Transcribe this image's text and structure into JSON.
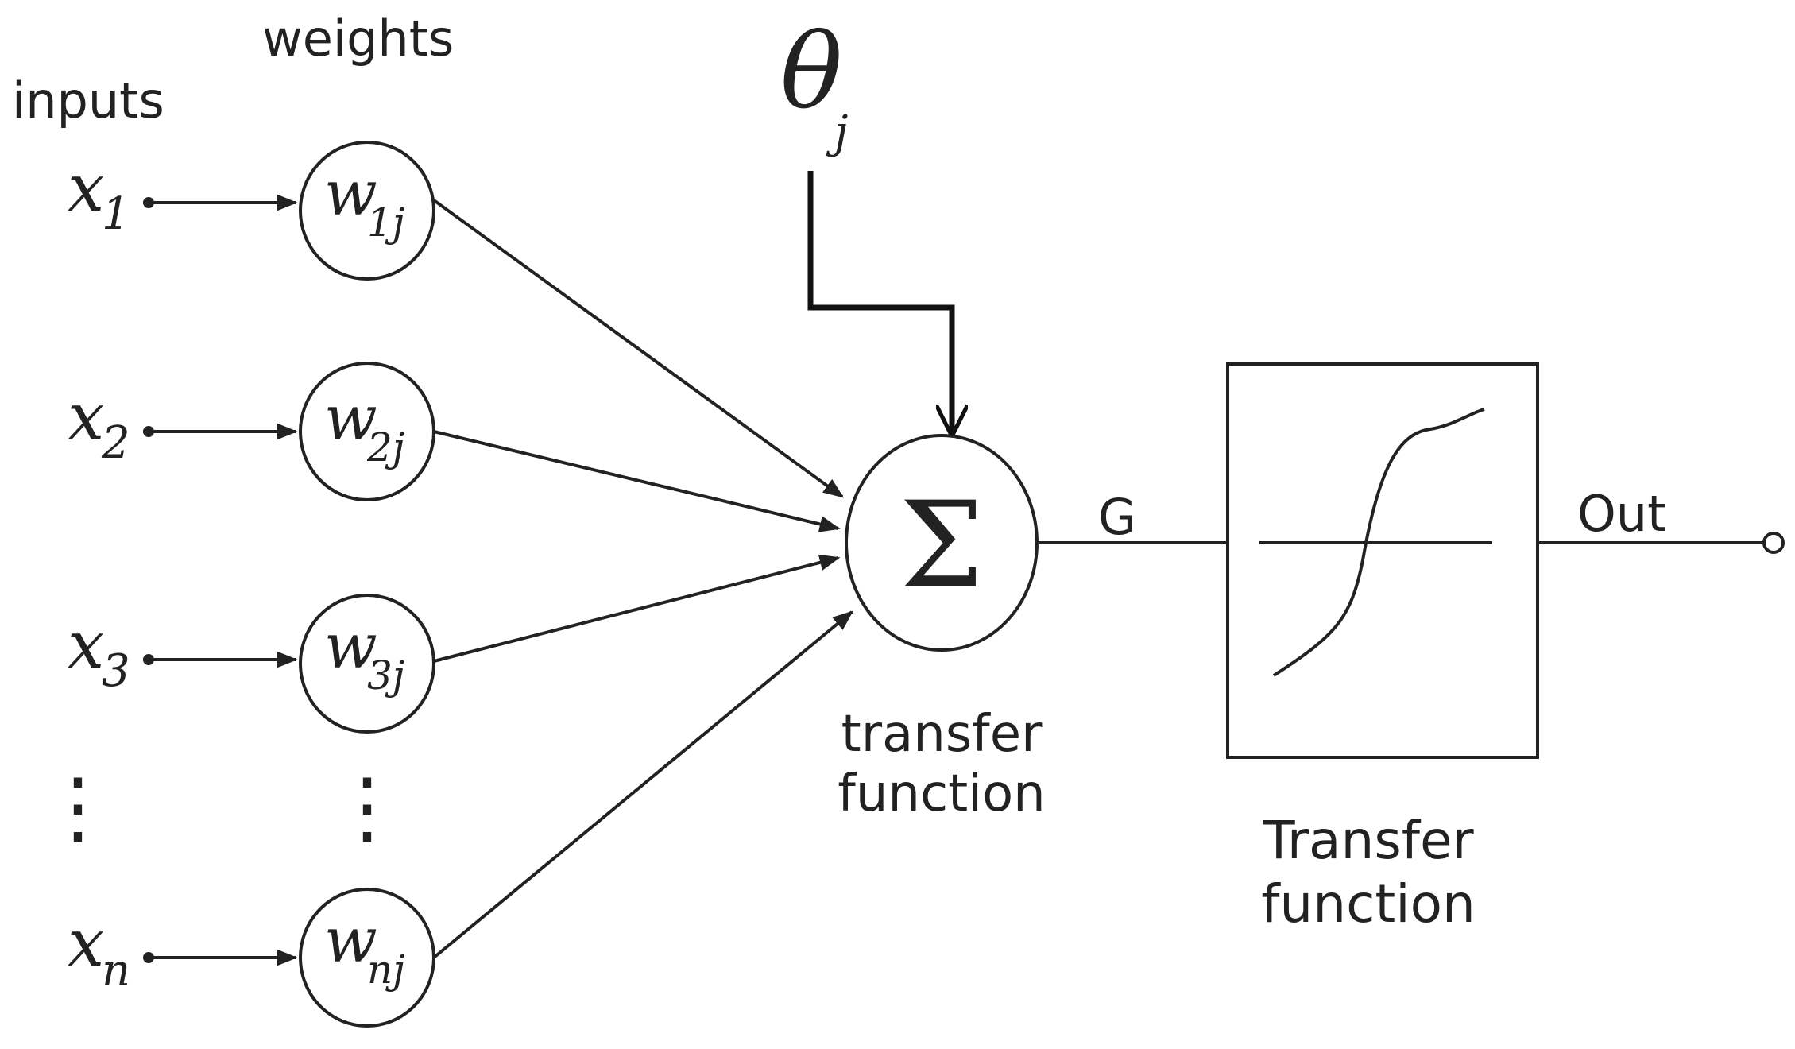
{
  "labels": {
    "inputs": "inputs",
    "weights": "weights",
    "theta": "θ",
    "theta_sub": "j",
    "sigma": "Σ",
    "summation_caption_line1": "transfer",
    "summation_caption_line2": "function",
    "g": "G",
    "out": "Out",
    "box_caption_line1": "Transfer",
    "box_caption_line2": "function"
  },
  "inputs": [
    {
      "var": "x",
      "sub": "1",
      "weight": "w",
      "weight_sub": "1j"
    },
    {
      "var": "x",
      "sub": "2",
      "weight": "w",
      "weight_sub": "2j"
    },
    {
      "var": "x",
      "sub": "3",
      "weight": "w",
      "weight_sub": "3j"
    },
    {
      "var": "x",
      "sub": "n",
      "weight": "w",
      "weight_sub": "nj"
    }
  ],
  "ellipsis": "⋮"
}
